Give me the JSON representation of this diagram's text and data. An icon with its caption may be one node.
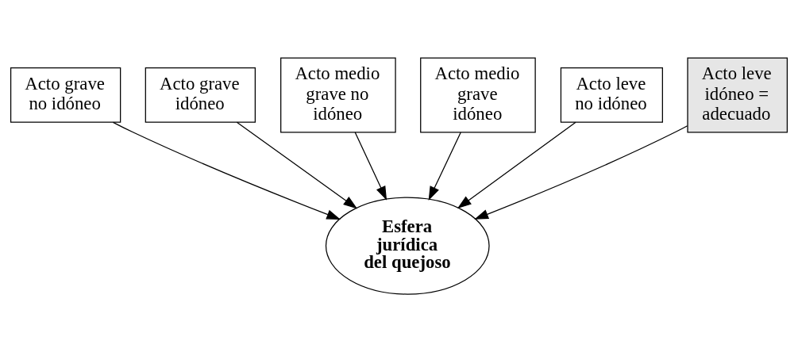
{
  "diagram": {
    "nodes": [
      {
        "text": [
          "Acto grave idóneo"
        ]
      },
      {
        "text": [
          "Acto medio grave no idóneo"
        ]
      },
      {
        "text": [
          "Acto medio grave idóneo"
        ]
      },
      {
        "text": [
          "Acto leve no idóneo"
        ]
      },
      {
        "text": [
          "Acto grave no idóneo"
        ]
      },
      {
        "text": [
          "Esfera jurídica del quejoso"
        ]
      },
      {
        "text": [
          "Acto leve idóneo = adecuado"
        ]
      }
    ],
    "edges": [
      {
        "from": 0,
        "to": 5,
        "arrow": "to"
      },
      {
        "from": 1,
        "to": 5,
        "arrow": "to"
      },
      {
        "from": 2,
        "to": 5,
        "arrow": "to"
      },
      {
        "from": 3,
        "to": 5,
        "arrow": "to"
      },
      {
        "from": 4,
        "to": 5,
        "arrow": "to"
      },
      {
        "from": 6,
        "to": 5,
        "arrow": "to"
      }
    ]
  }
}
